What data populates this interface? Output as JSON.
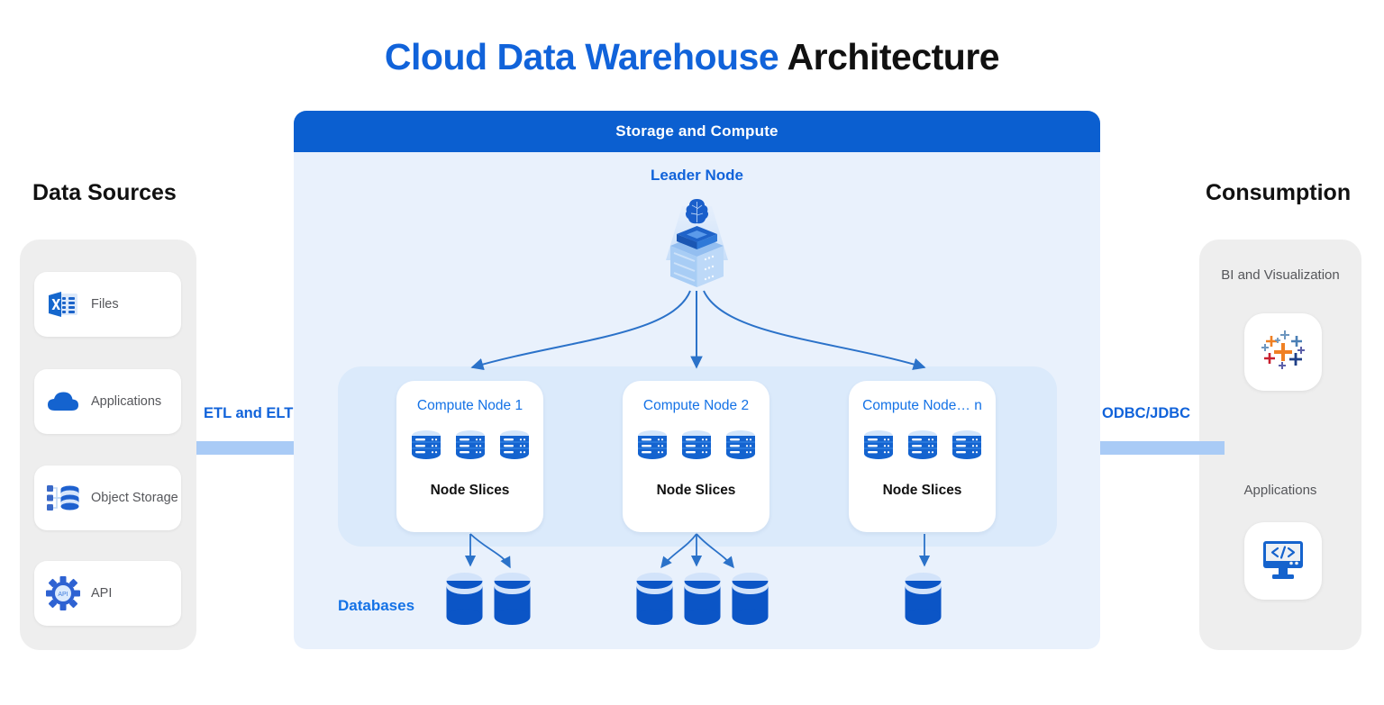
{
  "title": {
    "accent_text": "Cloud Data Warehouse",
    "plain_text": " Architecture"
  },
  "colors": {
    "brand_blue": "#1163da",
    "header_blue": "#0b5fd0",
    "panel_bg": "#e9f1fc",
    "group_bg": "#dbeafb",
    "side_panel_bg": "#eeeeee",
    "connector_bar": "#a9cbf6",
    "node_title": "#1472e6"
  },
  "data_sources": {
    "heading": "Data Sources",
    "items": [
      {
        "label": "Files",
        "icon": "excel-file-icon"
      },
      {
        "label": "Applications",
        "icon": "cloud-icon"
      },
      {
        "label": "Object Storage",
        "icon": "object-storage-icon"
      },
      {
        "label": "API",
        "icon": "api-gear-icon"
      }
    ]
  },
  "connectors": {
    "left": {
      "label": "ETL and ELT"
    },
    "right": {
      "label": "ODBC/JDBC"
    }
  },
  "center": {
    "header": "Storage and Compute",
    "leader_node": {
      "label": "Leader Node",
      "icon": "brain-server-icon"
    },
    "compute_nodes": [
      {
        "title": "Compute Node 1",
        "footer": "Node Slices",
        "slices": 3,
        "databases": 2
      },
      {
        "title": "Compute Node 2",
        "footer": "Node Slices",
        "slices": 3,
        "databases": 3
      },
      {
        "title": "Compute Node… n",
        "footer": "Node Slices",
        "slices": 3,
        "databases": 1
      }
    ],
    "databases_label": "Databases"
  },
  "consumption": {
    "heading": "Consumption",
    "items": [
      {
        "label": "BI and Visualization",
        "icon": "tableau-plus-icon"
      },
      {
        "label": "Applications",
        "icon": "monitor-code-icon"
      }
    ]
  }
}
